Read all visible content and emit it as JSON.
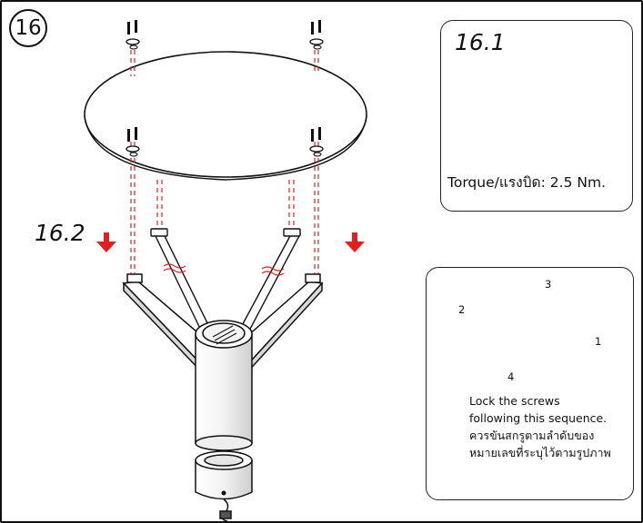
{
  "step": {
    "number": "16"
  },
  "substeps": {
    "tightening": "16.1",
    "lowering": "16.2"
  },
  "torque_label": "Torque/แรงบิด: 2.5 Nm.",
  "sequence": {
    "numbers": [
      "1",
      "2",
      "3",
      "4"
    ]
  },
  "note": {
    "line1": "Lock the screws",
    "line2": "following this sequence.",
    "line3": "ควรขันสกรูตามลำดับของ",
    "line4": "หมายเลขที่ระบุไว้ตามรูปภาพ"
  },
  "icons": [
    "warning-triangle-icon",
    "down-arrow-icon",
    "rotation-arrow-icon",
    "hex-key-icon"
  ],
  "colors": {
    "accent": "#e02020",
    "line": "#111111",
    "fill": "#ffffff",
    "shade": "#d9d9d9"
  }
}
